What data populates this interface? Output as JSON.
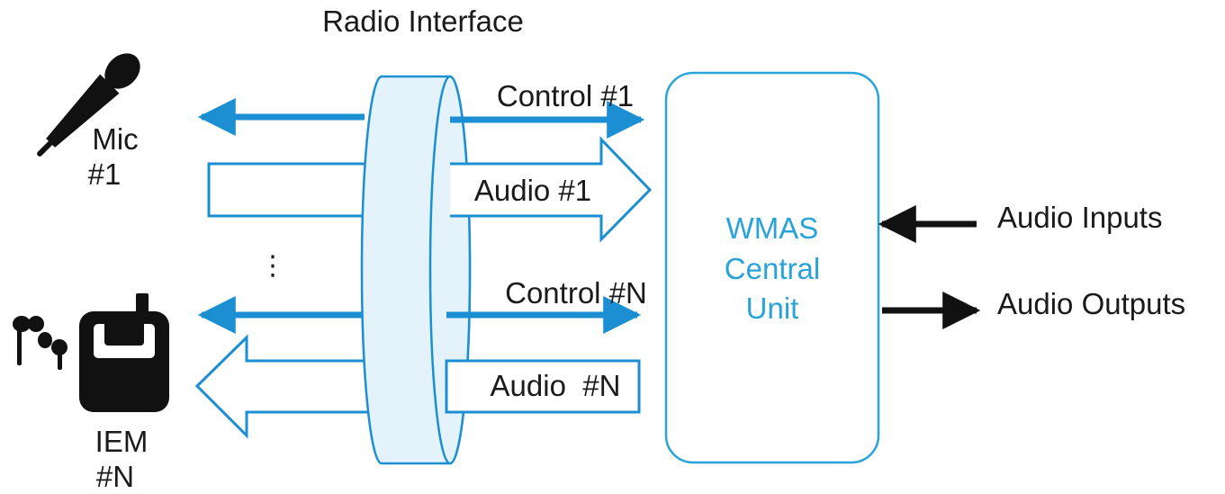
{
  "title": "Radio Interface",
  "devices": {
    "mic": {
      "line1": "Mic",
      "line2": "#1"
    },
    "iem": {
      "line1": "IEM",
      "line2": "#N"
    }
  },
  "channels": {
    "control_1": "Control #1",
    "audio_1": "Audio #1",
    "control_n": "Control #N",
    "audio_n": "Audio  #N"
  },
  "ellipsis": "⋮",
  "central_unit": {
    "line1": "WMAS",
    "line2": "Central",
    "line3": "Unit"
  },
  "io": {
    "inputs": "Audio Inputs",
    "outputs": "Audio Outputs"
  },
  "colors": {
    "accent": "#1b8fd2",
    "light_fill": "#e3f2fb",
    "text": "#1a1a1a"
  },
  "icons": [
    "microphone-icon",
    "earbuds-icon",
    "bodypack-receiver-icon"
  ]
}
